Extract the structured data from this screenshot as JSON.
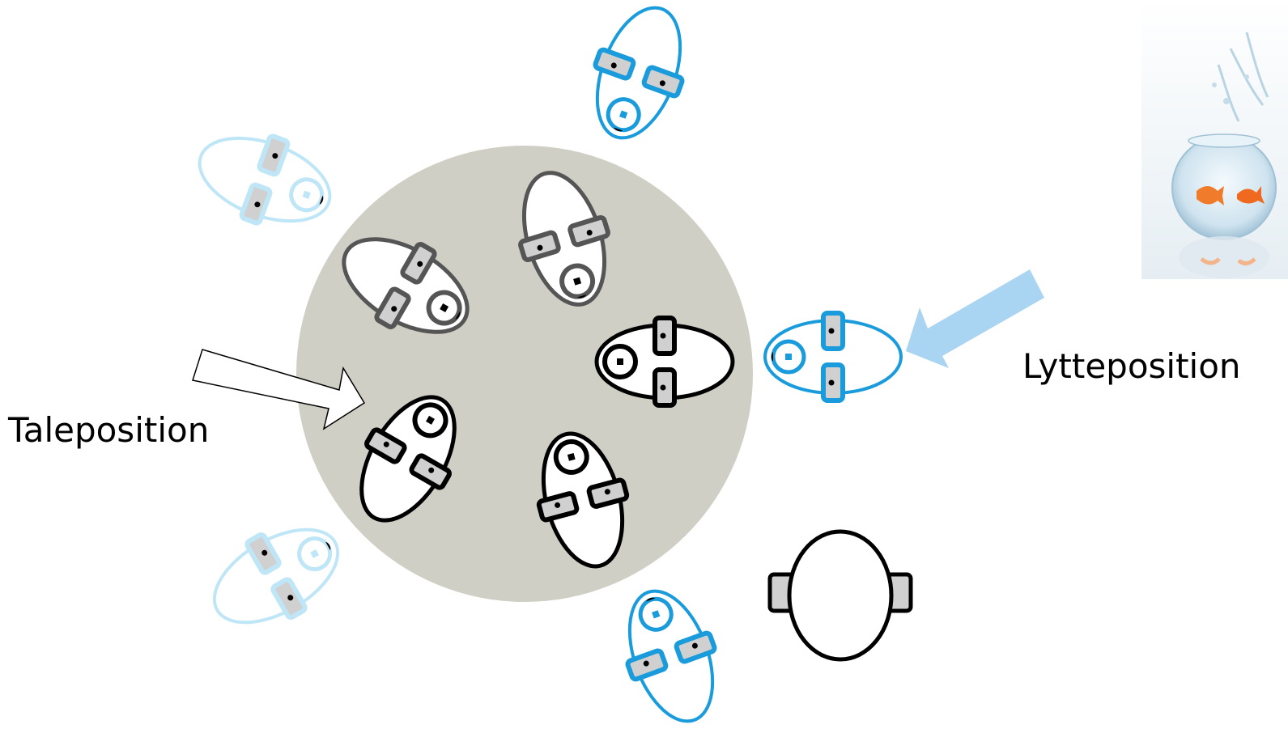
{
  "labels": {
    "speaking_position": "Taleposition",
    "listening_position": "Lytteposition"
  },
  "colors": {
    "table": "#cfcfc6",
    "speaker_black": "#000000",
    "speaker_gray": "#555555",
    "listener_blue": "#1a9bdc",
    "listener_light_blue": "#bfe6f7",
    "pad_gray": "#d0d0d0",
    "listen_arrow": "#a9d4f2"
  },
  "icons": {
    "speaking_arrow": "hollow-arrow-icon",
    "listening_arrow": "filled-arrow-icon",
    "picture": "fishbowl-goldfish-image"
  }
}
